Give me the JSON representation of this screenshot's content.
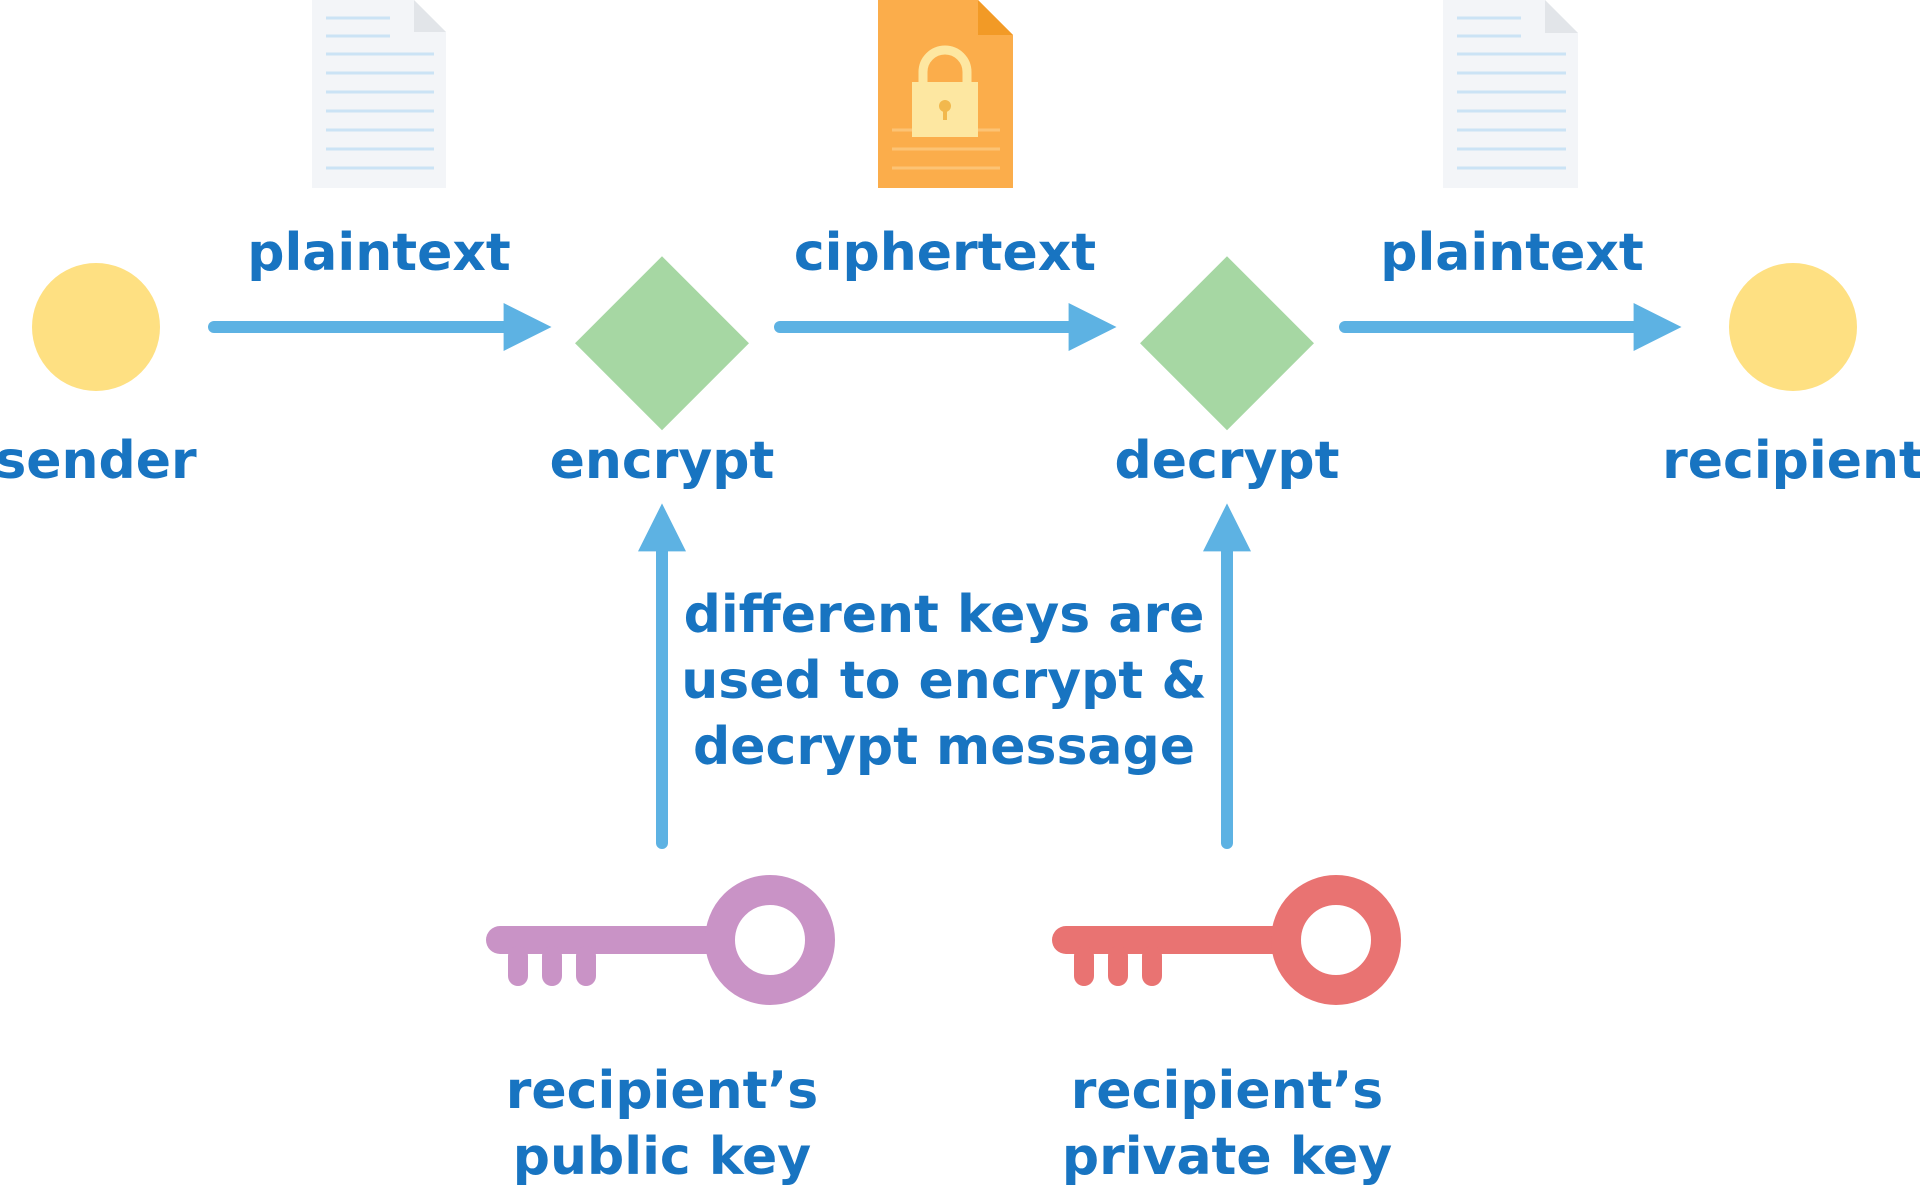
{
  "colors": {
    "text": "#1874c1",
    "arrow": "#5db2e3",
    "node_person": "#fee082",
    "node_operation": "#a6d7a3",
    "public_key": "#c993c6",
    "private_key": "#e97372",
    "document": "#f3f5f8",
    "document_lines": "#cbe3f5",
    "encrypted_document": "#fbad4b",
    "lock": "#fde7a1"
  },
  "icons": {
    "plaintext_document": "document-icon",
    "ciphertext_document": "locked-document-icon",
    "public_key": "key-icon",
    "private_key": "key-icon"
  },
  "nodes": {
    "sender": "sender",
    "encrypt": "encrypt",
    "decrypt": "decrypt",
    "recipient": "recipient"
  },
  "edges": {
    "plaintext_in": "plaintext",
    "ciphertext": "ciphertext",
    "plaintext_out": "plaintext"
  },
  "note": {
    "line1": "different keys are",
    "line2": "used to encrypt &",
    "line3": "decrypt message"
  },
  "keys": {
    "public": {
      "line1": "recipient’s",
      "line2": "public key"
    },
    "private": {
      "line1": "recipient’s",
      "line2": "private key"
    }
  }
}
